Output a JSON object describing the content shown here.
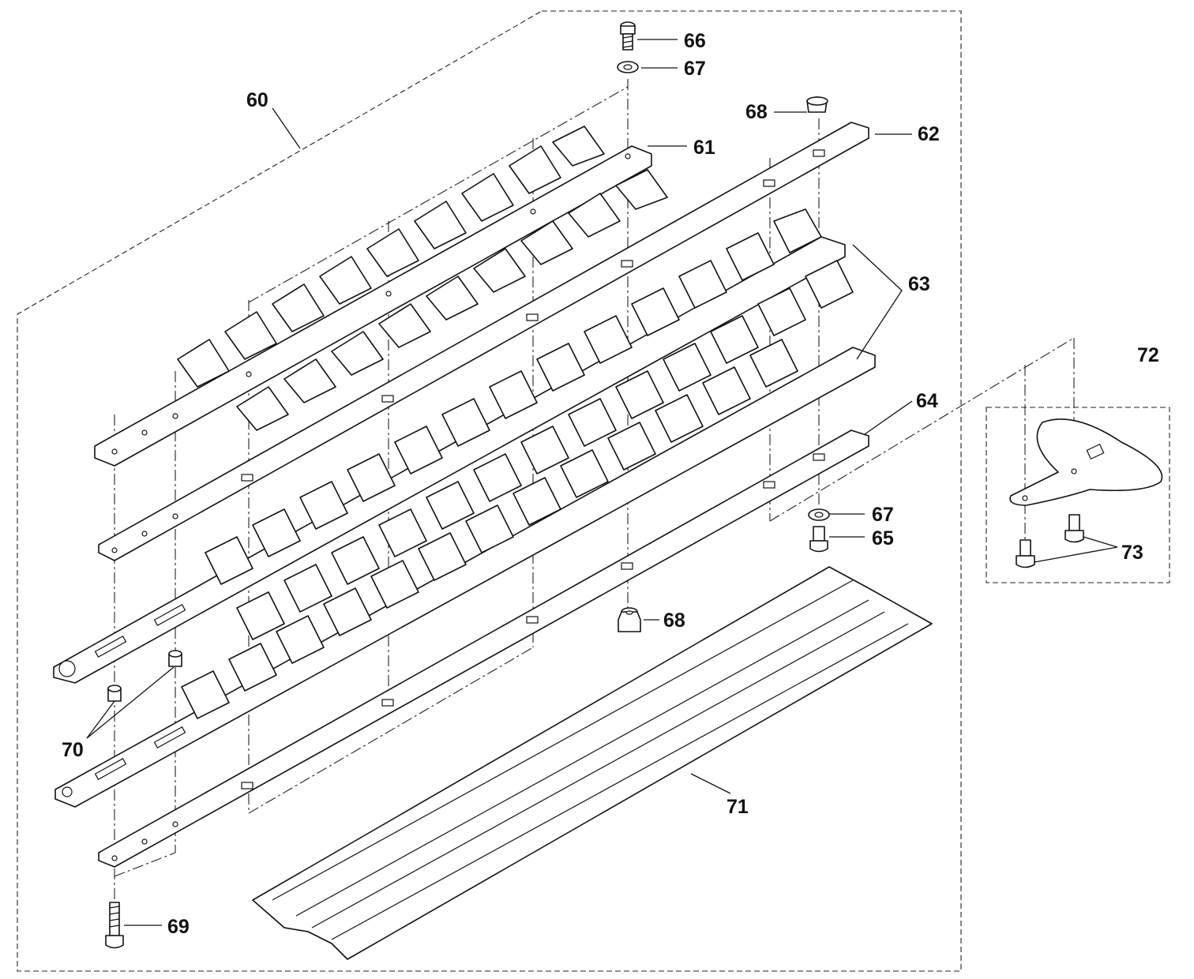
{
  "diagram": {
    "labels": [
      {
        "id": "60",
        "text": "60"
      },
      {
        "id": "61",
        "text": "61"
      },
      {
        "id": "62",
        "text": "62"
      },
      {
        "id": "63",
        "text": "63"
      },
      {
        "id": "64",
        "text": "64"
      },
      {
        "id": "65",
        "text": "65"
      },
      {
        "id": "66",
        "text": "66"
      },
      {
        "id": "67a",
        "text": "67"
      },
      {
        "id": "67b",
        "text": "67"
      },
      {
        "id": "68a",
        "text": "68"
      },
      {
        "id": "68b",
        "text": "68"
      },
      {
        "id": "69",
        "text": "69"
      },
      {
        "id": "70",
        "text": "70"
      },
      {
        "id": "71",
        "text": "71"
      },
      {
        "id": "72",
        "text": "72"
      },
      {
        "id": "73",
        "text": "73"
      }
    ]
  }
}
